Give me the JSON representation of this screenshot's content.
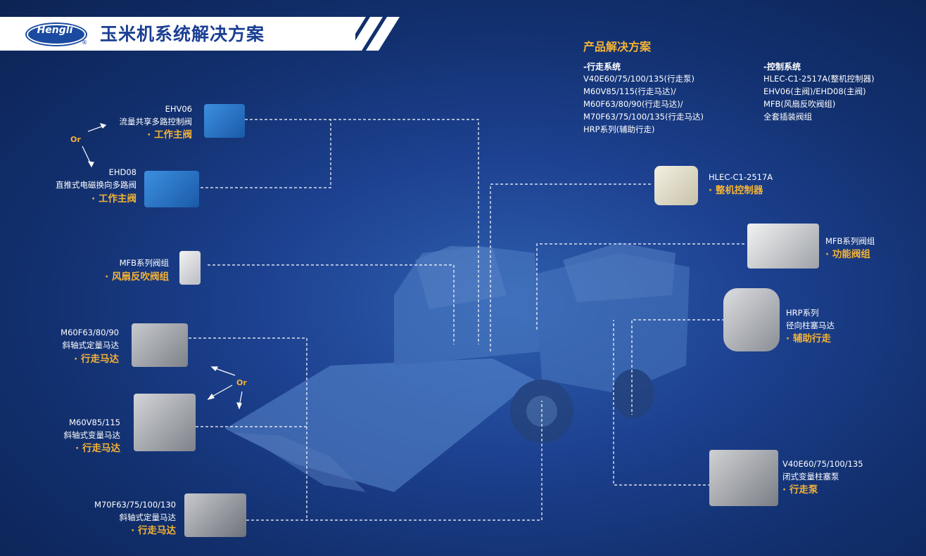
{
  "header": {
    "logo": "Hengli",
    "logo_mark": "®",
    "title": "玉米机系统解决方案"
  },
  "solutions": {
    "title": "产品解决方案",
    "travel": {
      "heading": "-行走系统",
      "lines": [
        "V40E60/75/100/135(行走泵)",
        "M60V85/115(行走马达)/",
        "M60F63/80/90(行走马达)/",
        "M70F63/75/100/135(行走马达)",
        "HRP系列(辅助行走)"
      ]
    },
    "control": {
      "heading": "-控制系统",
      "lines": [
        "HLEC-C1-2517A(整机控制器)",
        "EHV06(主阀)/EHD08(主阀)",
        "MFB(风扇反吹阀组)",
        "全套插装阀组"
      ]
    }
  },
  "components": {
    "ehv06": {
      "model": "EHV06",
      "desc": "流量共享多路控制阀",
      "func": "· 工作主阀"
    },
    "ehd08": {
      "model": "EHD08",
      "desc": "直推式电磁换向多路阀",
      "func": "· 工作主阀"
    },
    "mfb_fan": {
      "desc": "MFB系列阀组",
      "func": "· 风扇反吹阀组"
    },
    "m60f": {
      "model": "M60F63/80/90",
      "desc": "斜轴式定量马达",
      "func": "· 行走马达"
    },
    "m60v": {
      "model": "M60V85/115",
      "desc": "斜轴式变量马达",
      "func": "· 行走马达"
    },
    "m70f": {
      "model": "M70F63/75/100/130",
      "desc": "斜轴式定量马达",
      "func": "· 行走马达"
    },
    "hlec": {
      "model": "HLEC-C1-2517A",
      "func": "· 整机控制器"
    },
    "mfb_func": {
      "desc": "MFB系列阀组",
      "func": "· 功能阀组"
    },
    "hrp": {
      "model": "HRP系列",
      "desc": "径向柱塞马达",
      "func": "· 辅助行走"
    },
    "v40e": {
      "model": "V40E60/75/100/135",
      "desc": "闭式变量柱塞泵",
      "func": "· 行走泵"
    }
  },
  "or_labels": {
    "top": "Or",
    "middle": "Or"
  },
  "colors": {
    "accent": "#f5b335",
    "brand": "#1b4ba1",
    "background": "#1d4190"
  }
}
